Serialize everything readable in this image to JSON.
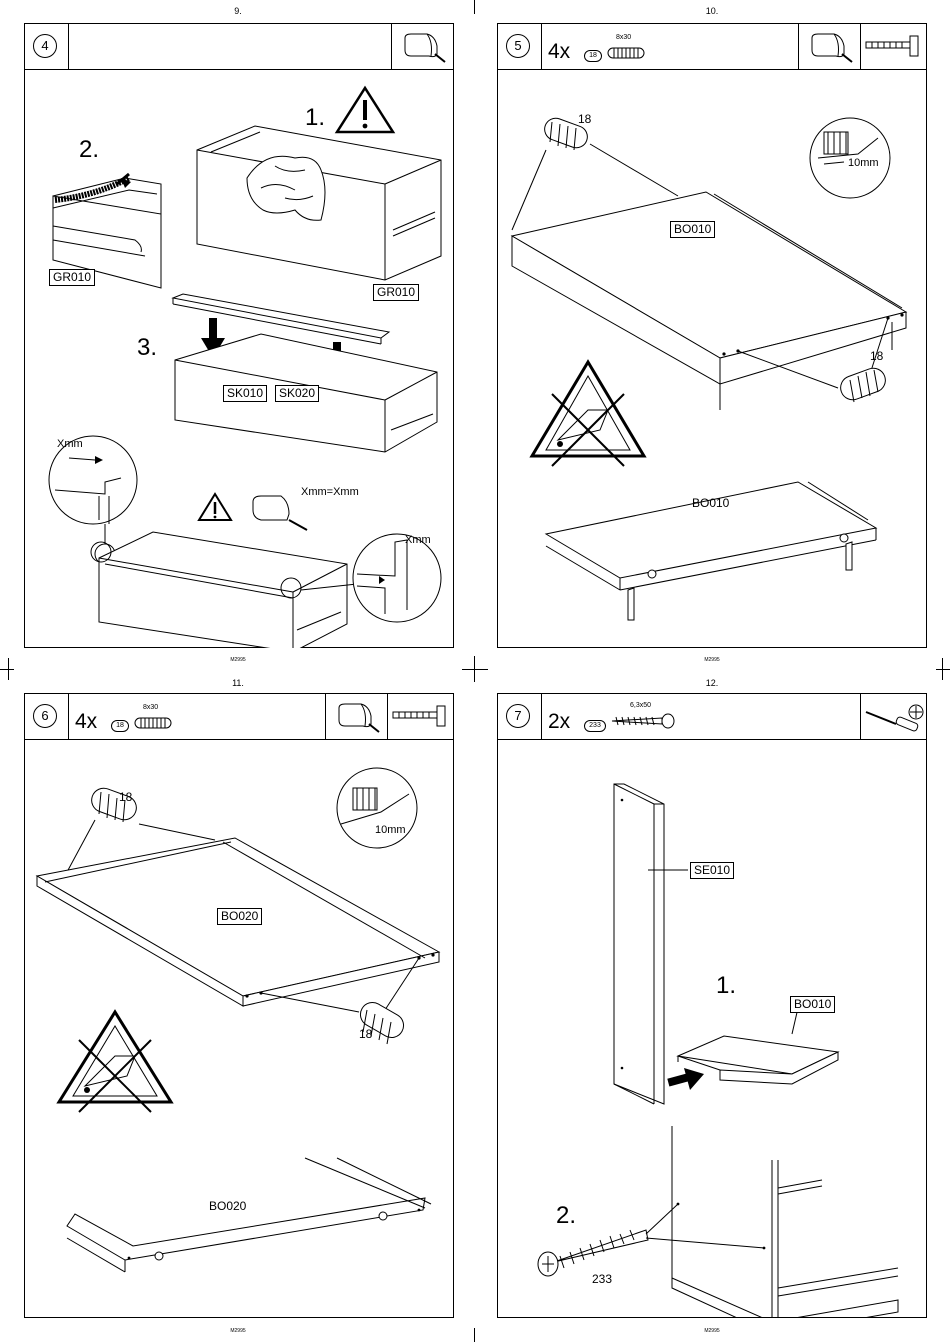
{
  "pages": {
    "p9": {
      "number": "9.",
      "code": "M2995"
    },
    "p10": {
      "number": "10.",
      "code": "M2995"
    },
    "p11": {
      "number": "11.",
      "code": "M2995"
    },
    "p12": {
      "number": "12.",
      "code": "M2995"
    }
  },
  "step4": {
    "step": "4",
    "labels": {
      "gr010_a": "GR010",
      "gr010_b": "GR010",
      "sk010": "SK010",
      "sk020": "SK020"
    },
    "numbers": {
      "n1": "1.",
      "n2": "2.",
      "n3": "3."
    },
    "xmm_left": "Xmm",
    "xmm_right": "Xmm",
    "xmm_equals": "Xmm=Xmm"
  },
  "step5": {
    "step": "5",
    "qty": "4x",
    "part": "18",
    "dims": "8x30",
    "labels": {
      "bo010_a": "BO010",
      "bo010_b": "BO010"
    },
    "dowel_a": "18",
    "dowel_b": "18",
    "depth": "10mm"
  },
  "step6": {
    "step": "6",
    "qty": "4x",
    "part": "18",
    "dims": "8x30",
    "labels": {
      "bo020_a": "BO020",
      "bo020_b": "BO020"
    },
    "dowel_a": "18",
    "dowel_b": "18",
    "depth": "10mm"
  },
  "step7": {
    "step": "7",
    "qty": "2x",
    "part": "233",
    "dims": "6,3x50",
    "labels": {
      "se010": "SE010",
      "bo010": "BO010"
    },
    "numbers": {
      "n1": "1.",
      "n2": "2."
    },
    "screw_part": "233"
  }
}
